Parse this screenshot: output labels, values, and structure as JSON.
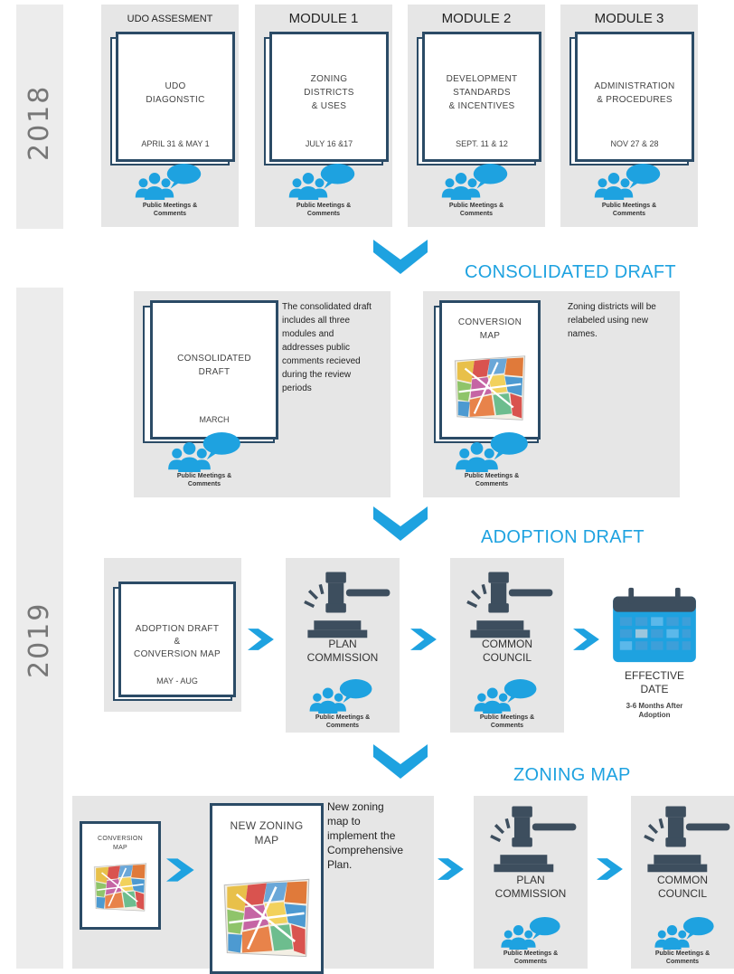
{
  "years": {
    "y2018": "2018",
    "y2019": "2019"
  },
  "modules": [
    {
      "title": "UDO ASSESMENT",
      "doc_lines": [
        "UDO",
        "DIAGONSTIC"
      ],
      "date": "APRIL 31 & MAY 1",
      "pm": [
        "Public Meetings &",
        "Comments"
      ]
    },
    {
      "title": "MODULE 1",
      "doc_lines": [
        "ZONING",
        "DISTRICTS",
        "& USES"
      ],
      "date": "JULY 16 &17",
      "pm": [
        "Public Meetings &",
        "Comments"
      ]
    },
    {
      "title": "MODULE 2",
      "doc_lines": [
        "DEVELOPMENT",
        "STANDARDS",
        "& INCENTIVES"
      ],
      "date": "SEPT. 11 & 12",
      "pm": [
        "Public Meetings &",
        "Comments"
      ]
    },
    {
      "title": "MODULE 3",
      "doc_lines": [
        "ADMINISTRATION",
        "& PROCEDURES"
      ],
      "date": "NOV 27 & 28",
      "pm": [
        "Public Meetings &",
        "Comments"
      ]
    }
  ],
  "consolidated": {
    "heading": "CONSOLIDATED DRAFT",
    "draft": {
      "doc_lines": [
        "CONSOLIDATED",
        "DRAFT"
      ],
      "date": "MARCH",
      "desc": [
        "The consolidated draft",
        "includes all three",
        "modules and",
        "addresses public",
        "comments recieved",
        "during the review",
        "periods"
      ],
      "pm": [
        "Public Meetings &",
        "Comments"
      ]
    },
    "map": {
      "doc_lines": [
        "CONVERSION",
        "MAP"
      ],
      "desc": [
        "Zoning districts will be",
        "relabeled using new",
        "names."
      ],
      "pm": [
        "Public Meetings &",
        "Comments"
      ]
    }
  },
  "adoption": {
    "heading": "ADOPTION DRAFT",
    "draft": {
      "doc_lines": [
        "ADOPTION DRAFT",
        "&",
        "CONVERSION MAP"
      ],
      "date": "MAY - AUG"
    },
    "plan": {
      "label": [
        "PLAN",
        "COMMISSION"
      ],
      "pm": [
        "Public Meetings &",
        "Comments"
      ]
    },
    "council": {
      "label": [
        "COMMON",
        "COUNCIL"
      ],
      "pm": [
        "Public Meetings &",
        "Comments"
      ]
    },
    "effective": {
      "label": [
        "EFFECTIVE",
        "DATE"
      ],
      "sub": [
        "3-6 Months After",
        "Adoption"
      ]
    }
  },
  "zoning": {
    "heading": "ZONING MAP",
    "conversion": {
      "doc_lines": [
        "CONVERSION",
        "MAP"
      ]
    },
    "newmap": {
      "doc_lines": [
        "NEW ZONING",
        "MAP"
      ],
      "desc": [
        "New zoning",
        "map to",
        "implement the",
        "Comprehensive",
        "Plan."
      ]
    },
    "plan": {
      "label": [
        "PLAN",
        "COMMISSION"
      ],
      "pm": [
        "Public Meetings &",
        "Comments"
      ]
    },
    "council": {
      "label": [
        "COMMON",
        "COUNCIL"
      ],
      "pm": [
        "Public Meetings &",
        "Comments"
      ]
    }
  },
  "colors": {
    "accent": "#1ea2e0",
    "navy": "#2b4b66",
    "panel": "#e6e6e6",
    "people": "#1ea2e0"
  }
}
